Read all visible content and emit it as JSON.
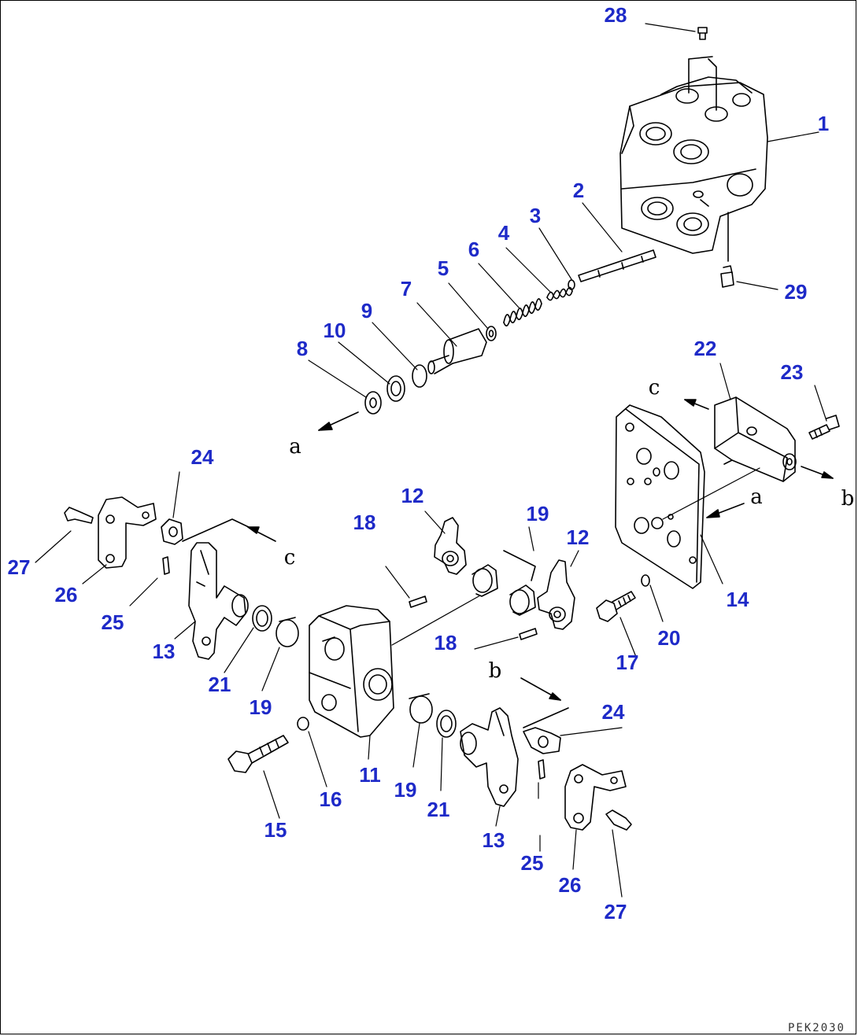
{
  "labels": {
    "n1": "1",
    "n2": "2",
    "n3": "3",
    "n4": "4",
    "n5": "5",
    "n6": "6",
    "n7": "7",
    "n8": "8",
    "n9": "9",
    "n10": "10",
    "n11": "11",
    "n12a": "12",
    "n12b": "12",
    "n13a": "13",
    "n13b": "13",
    "n14": "14",
    "n15": "15",
    "n16": "16",
    "n17": "17",
    "n18a": "18",
    "n18b": "18",
    "n19a": "19",
    "n19b": "19",
    "n19c": "19",
    "n20": "20",
    "n21a": "21",
    "n21b": "21",
    "n22": "22",
    "n23": "23",
    "n24a": "24",
    "n24b": "24",
    "n25a": "25",
    "n25b": "25",
    "n26a": "26",
    "n26b": "26",
    "n27a": "27",
    "n27b": "27",
    "n28": "28",
    "n29": "29"
  },
  "refs": {
    "a1": "a",
    "a2": "a",
    "b1": "b",
    "b2": "b",
    "c1": "c",
    "c2": "c"
  },
  "diagram_code": "PEK2030",
  "colors": {
    "number_label": "#1e2ac8",
    "line": "#000000"
  }
}
